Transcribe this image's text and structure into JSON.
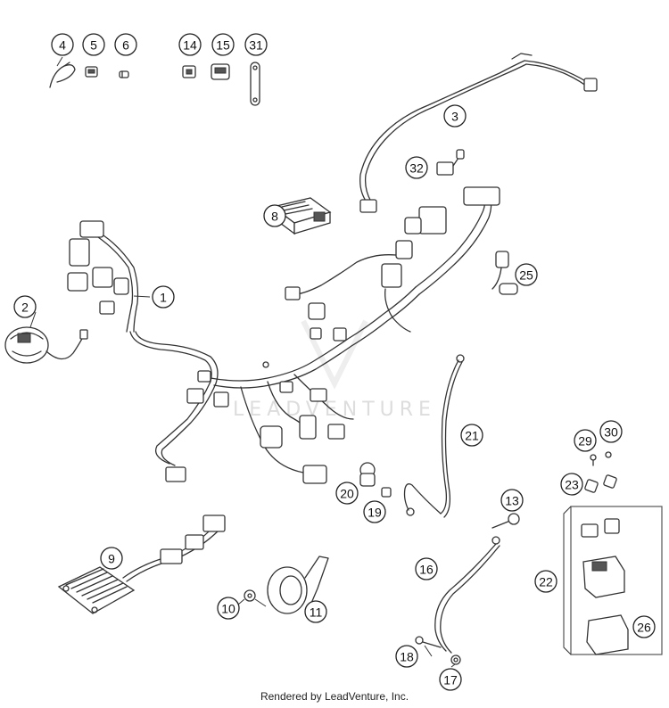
{
  "diagram": {
    "credit": "Rendered by LeadVenture, Inc.",
    "watermark": "LEADVENTURE",
    "callouts": [
      {
        "id": "4",
        "label": "4"
      },
      {
        "id": "5",
        "label": "5"
      },
      {
        "id": "6",
        "label": "6"
      },
      {
        "id": "14",
        "label": "14"
      },
      {
        "id": "15",
        "label": "15"
      },
      {
        "id": "31",
        "label": "31"
      },
      {
        "id": "3",
        "label": "3"
      },
      {
        "id": "32",
        "label": "32"
      },
      {
        "id": "8",
        "label": "8"
      },
      {
        "id": "25",
        "label": "25"
      },
      {
        "id": "1",
        "label": "1"
      },
      {
        "id": "2",
        "label": "2"
      },
      {
        "id": "21",
        "label": "21"
      },
      {
        "id": "29",
        "label": "29"
      },
      {
        "id": "30",
        "label": "30"
      },
      {
        "id": "23",
        "label": "23"
      },
      {
        "id": "20",
        "label": "20"
      },
      {
        "id": "19",
        "label": "19"
      },
      {
        "id": "13",
        "label": "13"
      },
      {
        "id": "9",
        "label": "9"
      },
      {
        "id": "16",
        "label": "16"
      },
      {
        "id": "22",
        "label": "22"
      },
      {
        "id": "10",
        "label": "10"
      },
      {
        "id": "11",
        "label": "11"
      },
      {
        "id": "26",
        "label": "26"
      },
      {
        "id": "18",
        "label": "18"
      },
      {
        "id": "17",
        "label": "17"
      }
    ]
  }
}
